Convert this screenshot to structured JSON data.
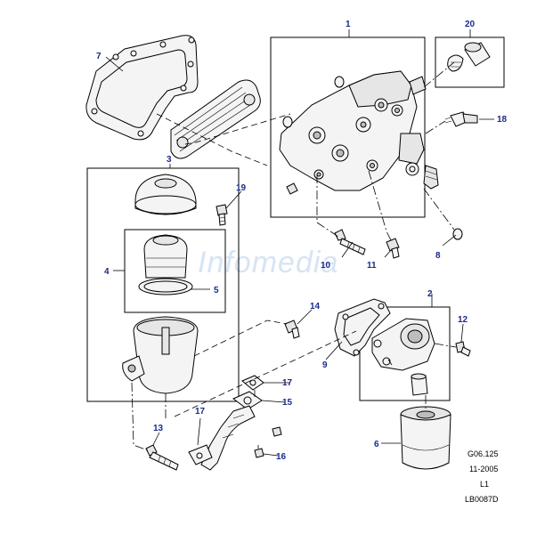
{
  "watermark": "Infomedia",
  "callouts": {
    "c1": "1",
    "c2": "2",
    "c3": "3",
    "c4": "4",
    "c5": "5",
    "c6": "6",
    "c7": "7",
    "c8": "8",
    "c9": "9",
    "c10": "10",
    "c11": "11",
    "c12": "12",
    "c13": "13",
    "c14": "14",
    "c15": "15",
    "c16": "16",
    "c17a": "17",
    "c17b": "17",
    "c18": "18",
    "c19": "19",
    "c20": "20"
  },
  "reference": {
    "figure": "G06.125",
    "date": "11-2005",
    "level": "L1",
    "code": "LB0087D"
  }
}
